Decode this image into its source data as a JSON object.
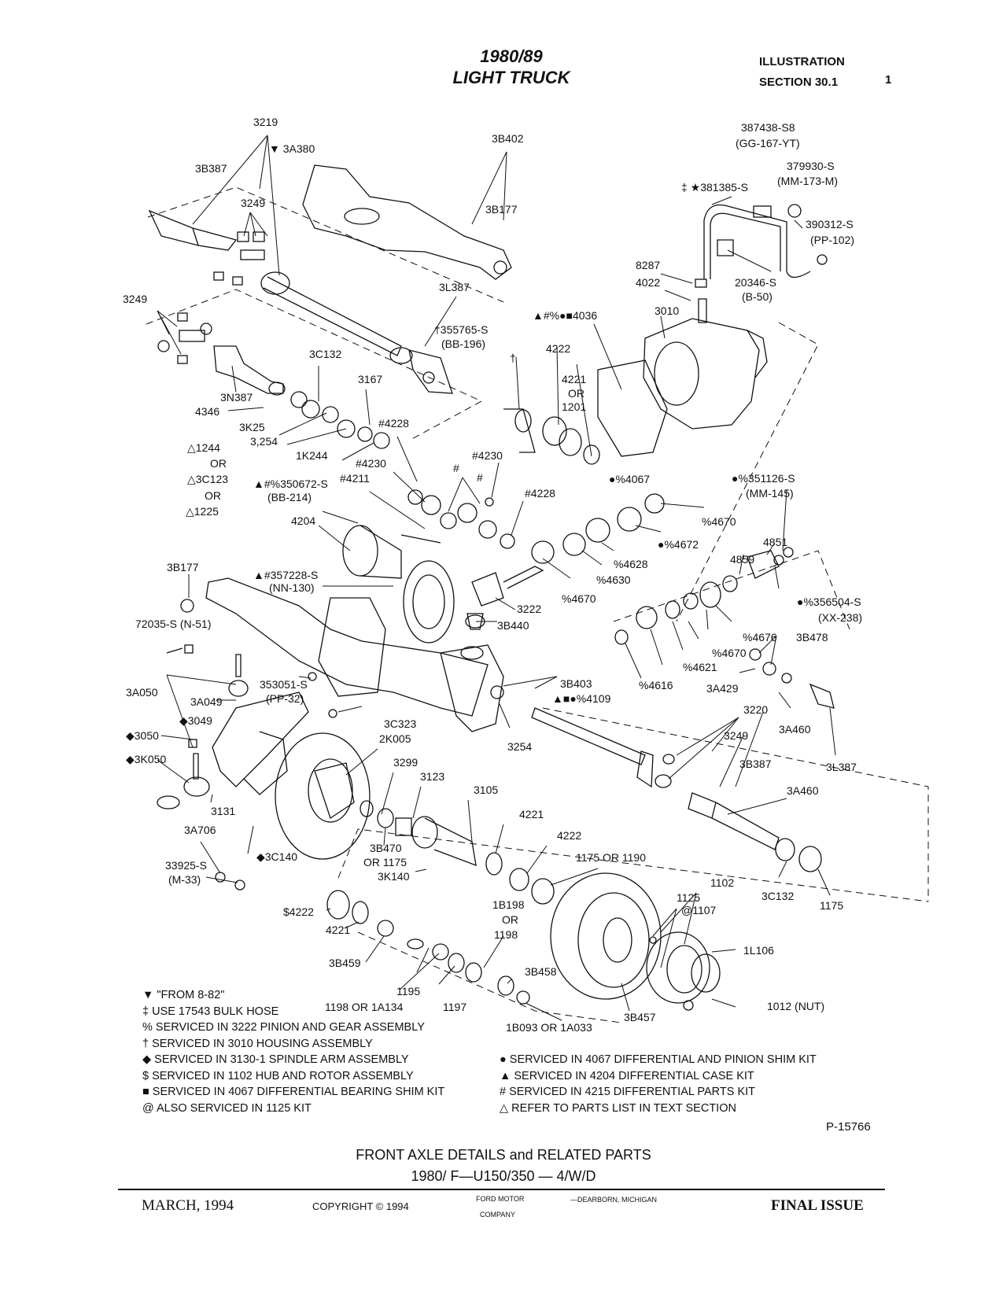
{
  "header": {
    "title_line1": "1980/89",
    "title_line2": "LIGHT TRUCK",
    "right_line1": "ILLUSTRATION",
    "right_line2": "SECTION 30.1",
    "page_number": "1"
  },
  "labels": {
    "p3219": "3219",
    "p3A380": "▼ 3A380",
    "p3B387_top": "3B387",
    "p3249_top": "3249",
    "p3B402": "3B402",
    "p3B177_top": "3B177",
    "p3249_left": "3249",
    "p3L387_top": "3L387",
    "p355765": "†355765-S",
    "p355765_code": "(BB-196)",
    "p3C132_top": "3C132",
    "p3167": "3167",
    "p3N387": "3N387",
    "p4346": "4346",
    "p3K25": "3K25",
    "p3254_a": "3,254",
    "p1244": "△1244",
    "or_1": "OR",
    "p3C123": "△3C123",
    "or_2": "OR",
    "p1225": "△1225",
    "p1K244": "1K244",
    "p4228_top": "#4228",
    "p4230_left": "#4230",
    "p350672": "▲#%350672-S",
    "p350672_code": "(BB-214)",
    "p4211": "#4211",
    "p4204": "4204",
    "p3B177_left": "3B177",
    "p72035": "72035-S (N-51)",
    "p357228": "▲#357228-S",
    "p357228_code": "(NN-130)",
    "p3222": "3222",
    "p3B440": "3B440",
    "hash_1": "#",
    "hash_2": "#",
    "dagger_mid": "†",
    "p4230_mid": "#4230",
    "p4228_mid": "#4228",
    "p4036": "▲#%●■4036",
    "p4222_top": "4222",
    "p4221": "4221",
    "or_3": "OR",
    "p1201": "1201",
    "p4067": "●%4067",
    "p3010": "3010",
    "p4022": "4022",
    "p8287": "8287",
    "p387438": "387438-S8",
    "p387438_code": "(GG-167-YT)",
    "p379930": "379930-S",
    "p379930_code": "(MM-173-M)",
    "p381385": "‡ ★381385-S",
    "p390312": "390312-S",
    "p390312_code": "(PP-102)",
    "p20346": "20346-S",
    "p20346_code": "(B-50)",
    "p351126": "●%351126-S",
    "p351126_code": "(MM-145)",
    "p4670_a": "%4670",
    "p4672": "●%4672",
    "p4628": "%4628",
    "p4630": "%4630",
    "p4670_b": "%4670",
    "p4851": "4851",
    "p4859": "4859",
    "p356504": "●%356504-S",
    "p356504_code": "(XX-238)",
    "p4676": "%4676",
    "p4670_c": "%4670",
    "p4621": "%4621",
    "p4616": "%4616",
    "p3B478": "3B478",
    "p3A429": "3A429",
    "p3B403": "3B403",
    "p4109": "▲■●%4109",
    "p353051": "353051-S",
    "p353051_code": "(PP-32)",
    "p3A050": "3A050",
    "p3A049": "3A049",
    "p3049": "◆3049",
    "p3C323": "3C323",
    "p3254_b": "3254",
    "p3220": "3220",
    "p3249_right": "3249",
    "p3B387_right": "3B387",
    "p3A460_a": "3A460",
    "p3L387_right": "3L387",
    "p3A460_b": "3A460",
    "p3C132_right": "3C132",
    "p1175_right": "1175",
    "p3050": "◆3050",
    "p3K050": "◆3K050",
    "p3131": "3131",
    "p3A706": "3A706",
    "p33925": "33925-S",
    "p33925_code": "(M-33)",
    "p3C140": "◆3C140",
    "p2K005": "2K005",
    "p3299": "3299",
    "p3123": "3123",
    "p3105": "3105",
    "p3B470": "3B470",
    "p3B470_or": "OR 1175",
    "p3K140": "3K140",
    "p4221_b": "4221",
    "p4222_b": "4222",
    "p1175_1190": "1175 OR 1190",
    "p1102": "1102",
    "p1125": "1125",
    "p1107": "@1107",
    "p1L106": "1L106",
    "p1012": "1012 (NUT)",
    "p3B457": "3B457",
    "p1B198": "1B198",
    "or_4": "OR",
    "p1198": "1198",
    "p3B458": "3B458",
    "p1B093": "1B093 OR 1A033",
    "p1195": "1195",
    "p1197": "1197",
    "p1198_1A134": "1198 OR 1A134",
    "p4222_s": "$4222",
    "p4221_c": "4221",
    "p3B459": "3B459"
  },
  "legend_left": [
    "▼ \"FROM 8-82\"",
    "‡ USE 17543 BULK HOSE",
    "% SERVICED IN 3222 PINION AND GEAR ASSEMBLY",
    "† SERVICED IN 3010 HOUSING ASSEMBLY",
    "◆ SERVICED IN 3130-1 SPINDLE ARM ASSEMBLY",
    "$ SERVICED IN 1102 HUB AND ROTOR ASSEMBLY",
    "■ SERVICED IN 4067 DIFFERENTIAL BEARING SHIM KIT",
    "@ ALSO SERVICED IN 1125 KIT"
  ],
  "legend_right": [
    "● SERVICED IN 4067 DIFFERENTIAL AND PINION SHIM KIT",
    "▲ SERVICED IN 4204 DIFFERENTIAL CASE KIT",
    "# SERVICED IN 4215 DIFFERENTIAL PARTS KIT",
    "△ REFER TO PARTS LIST IN TEXT SECTION"
  ],
  "figure_number": "P-15766",
  "caption": {
    "line1": "FRONT AXLE DETAILS and RELATED PARTS",
    "line2": "1980/ F—U150/350 — 4/W/D"
  },
  "footer": {
    "date": "MARCH, 1994",
    "copyright": "COPYRIGHT © 1994",
    "company_line1": "FORD MOTOR",
    "company_line2": "COMPANY",
    "location": "—DEARBORN, MICHIGAN",
    "status": "FINAL ISSUE"
  },
  "colors": {
    "ink": "#111111",
    "paper": "#ffffff"
  }
}
